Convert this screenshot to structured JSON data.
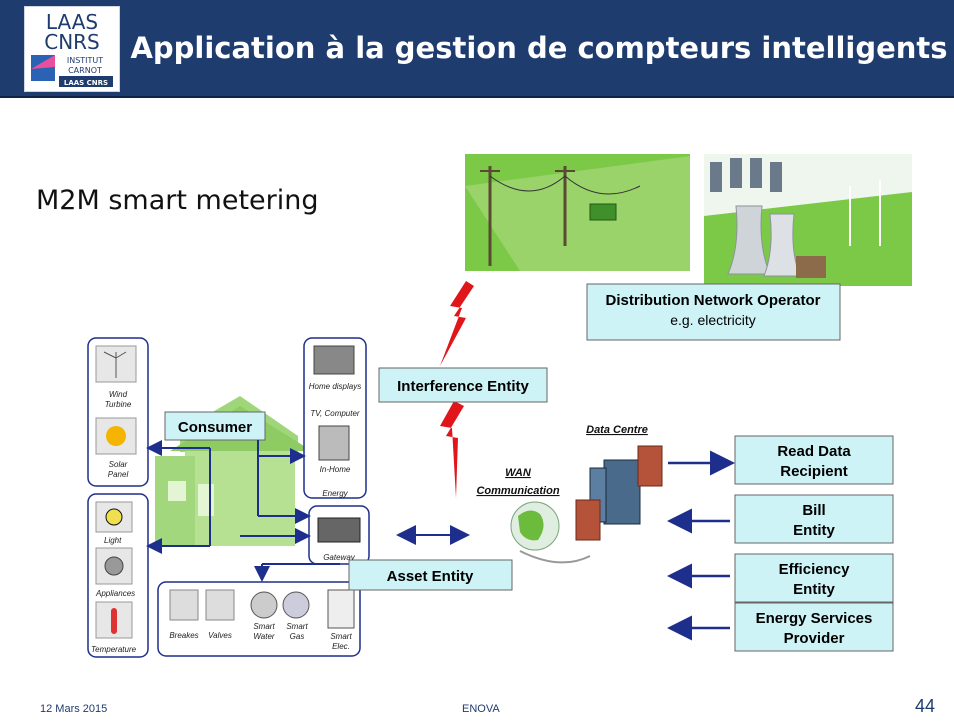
{
  "header": {
    "title": "Application à la gestion de compteurs intelligents",
    "logo_lines": [
      "LAAS",
      "CNRS",
      "INSTITUT",
      "CARNOT",
      "LAAS CNRS"
    ]
  },
  "subtitle": "M2M smart metering",
  "diagram": {
    "dno": {
      "title": "Distribution Network Operator",
      "sub": "e.g. electricity"
    },
    "interference": "Interference Entity",
    "consumer": "Consumer",
    "asset": "Asset Entity",
    "wan": [
      "WAN",
      "Communication"
    ],
    "data_centre": "Data Centre",
    "read_data": [
      "Read Data",
      "Recipient"
    ],
    "bill": [
      "Bill",
      "Entity"
    ],
    "efficiency": [
      "Efficiency",
      "Entity"
    ],
    "esp": [
      "Energy Services",
      "Provider"
    ],
    "gen_labels": [
      "Wind",
      "Turbine",
      "Solar",
      "Panel"
    ],
    "load_labels": [
      "Light",
      "Appliances",
      "Temperature"
    ],
    "display_labels": [
      "Home displays",
      "TV, Computer",
      "In-Home",
      "Energy",
      "Gateway"
    ],
    "device_labels": [
      "Breakes",
      "Valves",
      "Smart",
      "Water",
      "Smart",
      "Gas",
      "Smart",
      "Elec."
    ]
  },
  "footer": {
    "date": "12 Mars 2015",
    "center": "ENOVA",
    "page": "44"
  },
  "colors": {
    "header": "#1f3c6e",
    "box_fill": "#cdf3f7",
    "arrow": "#1e2e8c",
    "bolt": "#e0161b",
    "panel_border": "#1e2e8c"
  }
}
